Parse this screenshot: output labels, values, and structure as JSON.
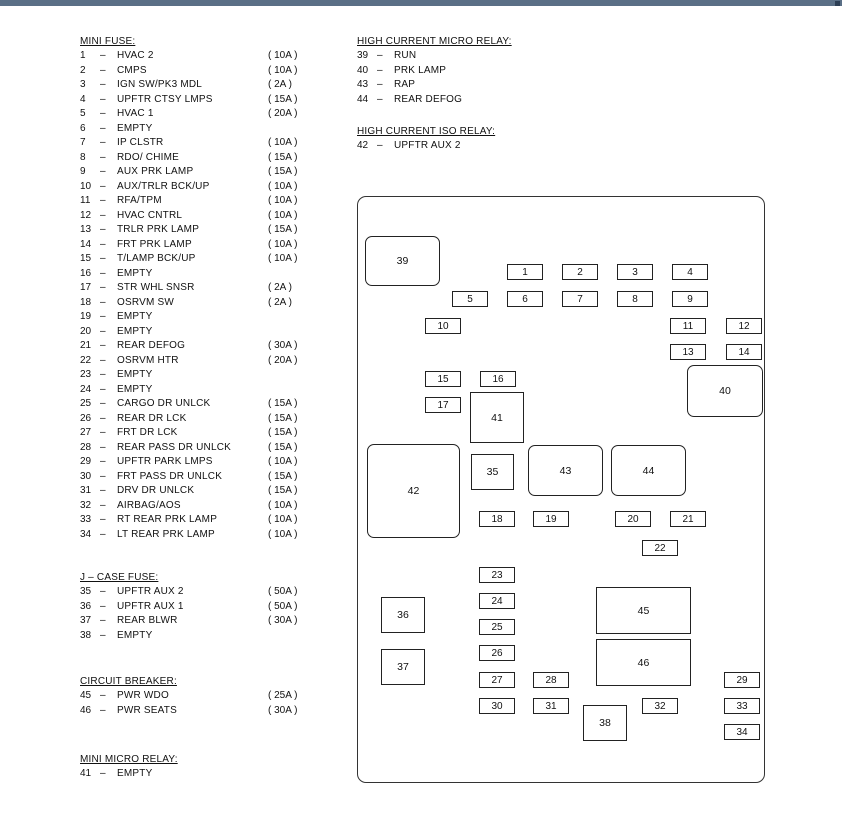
{
  "mini_fuse": {
    "title": "MINI FUSE:",
    "rows": [
      {
        "num": "1",
        "dash": "–",
        "name": "HVAC 2",
        "rating": "( 10A )"
      },
      {
        "num": "2",
        "dash": "–",
        "name": "CMPS",
        "rating": "( 10A )"
      },
      {
        "num": "3",
        "dash": "–",
        "name": "IGN SW/PK3 MDL",
        "rating": "( 2A )"
      },
      {
        "num": "4",
        "dash": "–",
        "name": "UPFTR CTSY LMPS",
        "rating": "( 15A )"
      },
      {
        "num": "5",
        "dash": "–",
        "name": "HVAC 1",
        "rating": "( 20A )"
      },
      {
        "num": "6",
        "dash": "–",
        "name": "EMPTY",
        "rating": ""
      },
      {
        "num": "7",
        "dash": "–",
        "name": "IP CLSTR",
        "rating": "( 10A )"
      },
      {
        "num": "8",
        "dash": "–",
        "name": "RDO/ CHIME",
        "rating": "( 15A )"
      },
      {
        "num": "9",
        "dash": "–",
        "name": "AUX PRK LAMP",
        "rating": "( 15A )"
      },
      {
        "num": "10",
        "dash": "–",
        "name": "AUX/TRLR BCK/UP",
        "rating": "( 10A )"
      },
      {
        "num": "11",
        "dash": "–",
        "name": "RFA/TPM",
        "rating": "( 10A )"
      },
      {
        "num": "12",
        "dash": "–",
        "name": "HVAC CNTRL",
        "rating": "( 10A )"
      },
      {
        "num": "13",
        "dash": "–",
        "name": "TRLR PRK LAMP",
        "rating": "( 15A )"
      },
      {
        "num": "14",
        "dash": "–",
        "name": "FRT PRK LAMP",
        "rating": "( 10A )"
      },
      {
        "num": "15",
        "dash": "–",
        "name": "T/LAMP BCK/UP",
        "rating": "( 10A )"
      },
      {
        "num": "16",
        "dash": "–",
        "name": "EMPTY",
        "rating": ""
      },
      {
        "num": "17",
        "dash": "–",
        "name": "STR WHL SNSR",
        "rating": "( 2A )"
      },
      {
        "num": "18",
        "dash": "–",
        "name": "OSRVM SW",
        "rating": "( 2A )"
      },
      {
        "num": "19",
        "dash": "–",
        "name": "EMPTY",
        "rating": ""
      },
      {
        "num": "20",
        "dash": "–",
        "name": "EMPTY",
        "rating": ""
      },
      {
        "num": "21",
        "dash": "–",
        "name": "REAR DEFOG",
        "rating": "( 30A )"
      },
      {
        "num": "22",
        "dash": "–",
        "name": "OSRVM HTR",
        "rating": "( 20A )"
      },
      {
        "num": "23",
        "dash": "–",
        "name": "EMPTY",
        "rating": ""
      },
      {
        "num": "24",
        "dash": "–",
        "name": "EMPTY",
        "rating": ""
      },
      {
        "num": "25",
        "dash": "–",
        "name": "CARGO DR UNLCK",
        "rating": "( 15A )"
      },
      {
        "num": "26",
        "dash": "–",
        "name": "REAR DR LCK",
        "rating": "( 15A )"
      },
      {
        "num": "27",
        "dash": "–",
        "name": "FRT DR LCK",
        "rating": "( 15A )"
      },
      {
        "num": "28",
        "dash": "–",
        "name": "REAR PASS DR UNLCK",
        "rating": "( 15A )"
      },
      {
        "num": "29",
        "dash": "–",
        "name": "UPFTR PARK LMPS",
        "rating": "( 10A )"
      },
      {
        "num": "30",
        "dash": "–",
        "name": "FRT PASS DR UNLCK",
        "rating": "( 15A )"
      },
      {
        "num": "31",
        "dash": "–",
        "name": "DRV DR UNLCK",
        "rating": "( 15A )"
      },
      {
        "num": "32",
        "dash": "–",
        "name": "AIRBAG/AOS",
        "rating": "( 10A )"
      },
      {
        "num": "33",
        "dash": "–",
        "name": "RT REAR PRK LAMP",
        "rating": "( 10A )"
      },
      {
        "num": "34",
        "dash": "–",
        "name": "LT REAR PRK LAMP",
        "rating": "( 10A )"
      }
    ]
  },
  "j_case_fuse": {
    "title": "J – CASE FUSE:",
    "rows": [
      {
        "num": "35",
        "dash": "–",
        "name": "UPFTR AUX 2",
        "rating": "( 50A )"
      },
      {
        "num": "36",
        "dash": "–",
        "name": "UPFTR AUX 1",
        "rating": "( 50A )"
      },
      {
        "num": "37",
        "dash": "–",
        "name": "REAR BLWR",
        "rating": "( 30A )"
      },
      {
        "num": "38",
        "dash": "–",
        "name": "EMPTY",
        "rating": ""
      }
    ]
  },
  "circuit_breaker": {
    "title": "CIRCUIT BREAKER:",
    "rows": [
      {
        "num": "45",
        "dash": "–",
        "name": "PWR WDO",
        "rating": "( 25A )"
      },
      {
        "num": "46",
        "dash": "–",
        "name": "PWR SEATS",
        "rating": "( 30A )"
      }
    ]
  },
  "mini_micro_relay": {
    "title": "MINI MICRO RELAY:",
    "rows": [
      {
        "num": "41",
        "dash": "–",
        "name": "EMPTY",
        "rating": ""
      }
    ]
  },
  "high_current_micro_relay": {
    "title": "HIGH CURRENT MICRO RELAY:",
    "rows": [
      {
        "num": "39",
        "dash": "–",
        "name": "RUN",
        "rating": ""
      },
      {
        "num": "40",
        "dash": "–",
        "name": "PRK LAMP",
        "rating": ""
      },
      {
        "num": "43",
        "dash": "–",
        "name": "RAP",
        "rating": ""
      },
      {
        "num": "44",
        "dash": "–",
        "name": "REAR DEFOG",
        "rating": ""
      }
    ]
  },
  "high_current_iso_relay": {
    "title": "HIGH CURRENT ISO RELAY:",
    "rows": [
      {
        "num": "42",
        "dash": "–",
        "name": "UPFTR AUX 2",
        "rating": ""
      }
    ]
  },
  "diagram": {
    "slot_labels": [
      "1",
      "2",
      "3",
      "4",
      "5",
      "6",
      "7",
      "8",
      "9",
      "10",
      "11",
      "12",
      "13",
      "14",
      "15",
      "16",
      "17",
      "18",
      "19",
      "20",
      "21",
      "22",
      "23",
      "24",
      "25",
      "26",
      "27",
      "28",
      "29",
      "30",
      "31",
      "32",
      "33",
      "34",
      "35",
      "36",
      "37",
      "38",
      "39",
      "40",
      "41",
      "42",
      "43",
      "44",
      "45",
      "46"
    ]
  }
}
